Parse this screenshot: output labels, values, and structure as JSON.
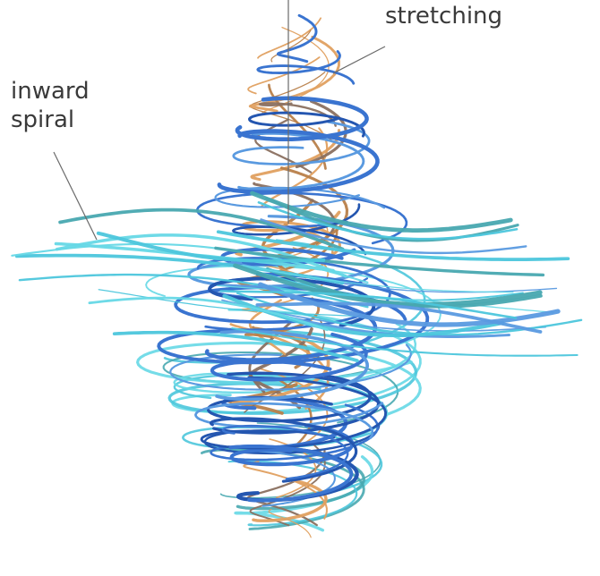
{
  "annotations": {
    "stretching": "stretching",
    "inward_line1": "inward",
    "inward_line2": "spiral"
  },
  "colors": {
    "background": "#ffffff",
    "label_text": "#3a3a3a",
    "leader_line": "#6a6a6a",
    "core_orange": "#e0a060",
    "core_orange_dark": "#b8804a",
    "core_brown": "#8a7060",
    "mid_blue": "#3a74d0",
    "deep_blue": "#2456b0",
    "light_blue": "#5a9ae0",
    "cyan": "#4cc6dc",
    "teal": "#48a8b0",
    "aqua": "#66d8e6"
  }
}
